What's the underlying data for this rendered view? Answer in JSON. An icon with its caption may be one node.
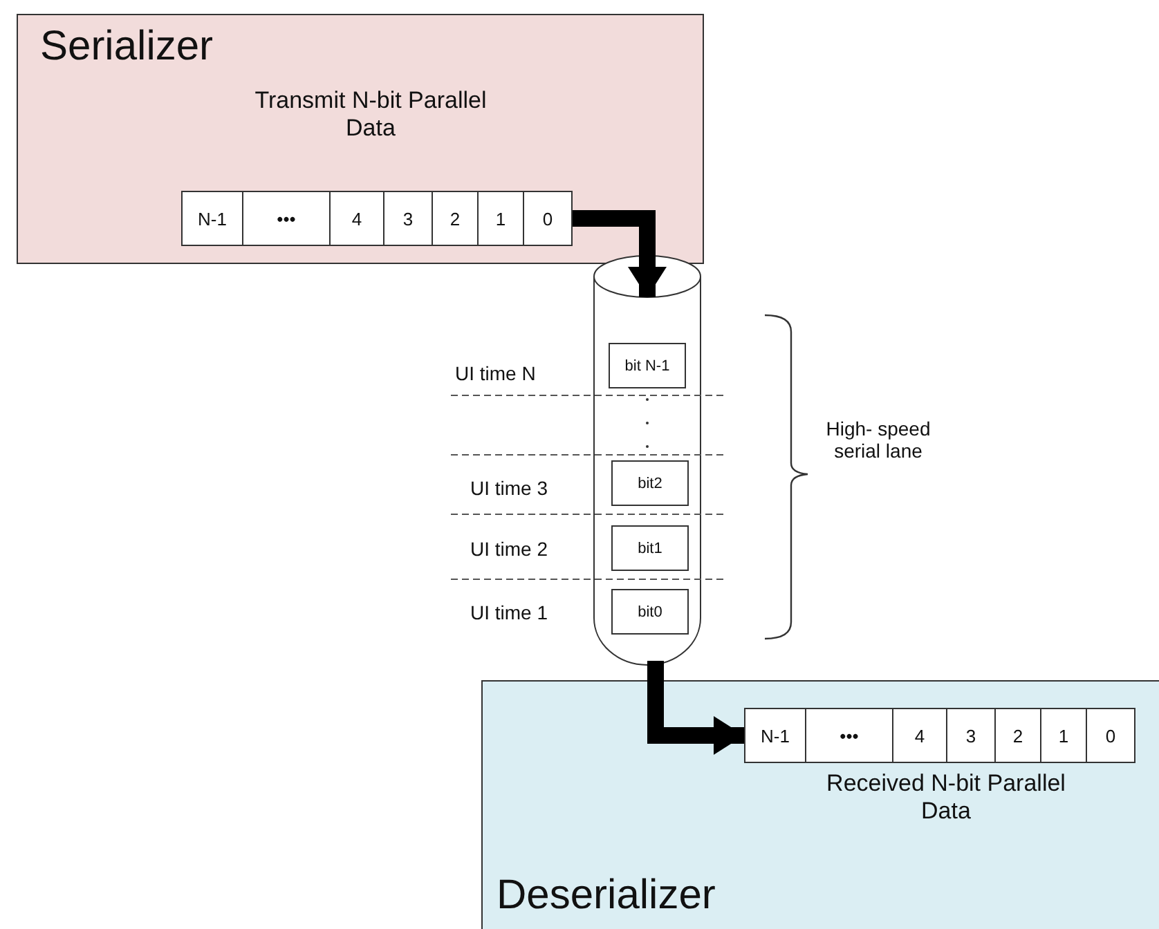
{
  "diagram": {
    "nodes": [
      {
        "text": [
          "Serializer",
          "Transmit N-bit Parallel Data"
        ]
      },
      {
        "text": [
          "N-1"
        ],
        "in": 0
      },
      {
        "text": [
          "•••"
        ],
        "in": 0
      },
      {
        "text": [
          "4"
        ],
        "in": 0
      },
      {
        "text": [
          "3"
        ],
        "in": 0
      },
      {
        "text": [
          "2"
        ],
        "in": 0
      },
      {
        "text": [
          "1"
        ],
        "in": 0
      },
      {
        "text": [
          "0"
        ],
        "in": 0
      },
      {
        "text": [],
        "shape": "cylinder"
      },
      {
        "text": [
          "bit N-1"
        ],
        "in": 8
      },
      {
        "text": [
          "bit2"
        ],
        "in": 8
      },
      {
        "text": [
          "bit1"
        ],
        "in": 8
      },
      {
        "text": [
          "bit0"
        ],
        "in": 8
      },
      {
        "text": [
          "Received N-bit Parallel Data",
          "Deserializer"
        ]
      },
      {
        "text": [
          "N-1"
        ],
        "in": 13
      },
      {
        "text": [
          "•••"
        ],
        "in": 13
      },
      {
        "text": [
          "4"
        ],
        "in": 13
      },
      {
        "text": [
          "3"
        ],
        "in": 13
      },
      {
        "text": [
          "2"
        ],
        "in": 13
      },
      {
        "text": [
          "1"
        ],
        "in": 13
      },
      {
        "text": [
          "0"
        ],
        "in": 13
      }
    ],
    "edges": [
      {
        "from": 7,
        "to": 8,
        "arrow": "to"
      },
      {
        "from": 8,
        "to": 14,
        "arrow": "to"
      }
    ],
    "labels": [
      "UI time N",
      "UI time 3",
      "UI time 2",
      "UI time 1",
      "High- speed serial lane"
    ]
  }
}
